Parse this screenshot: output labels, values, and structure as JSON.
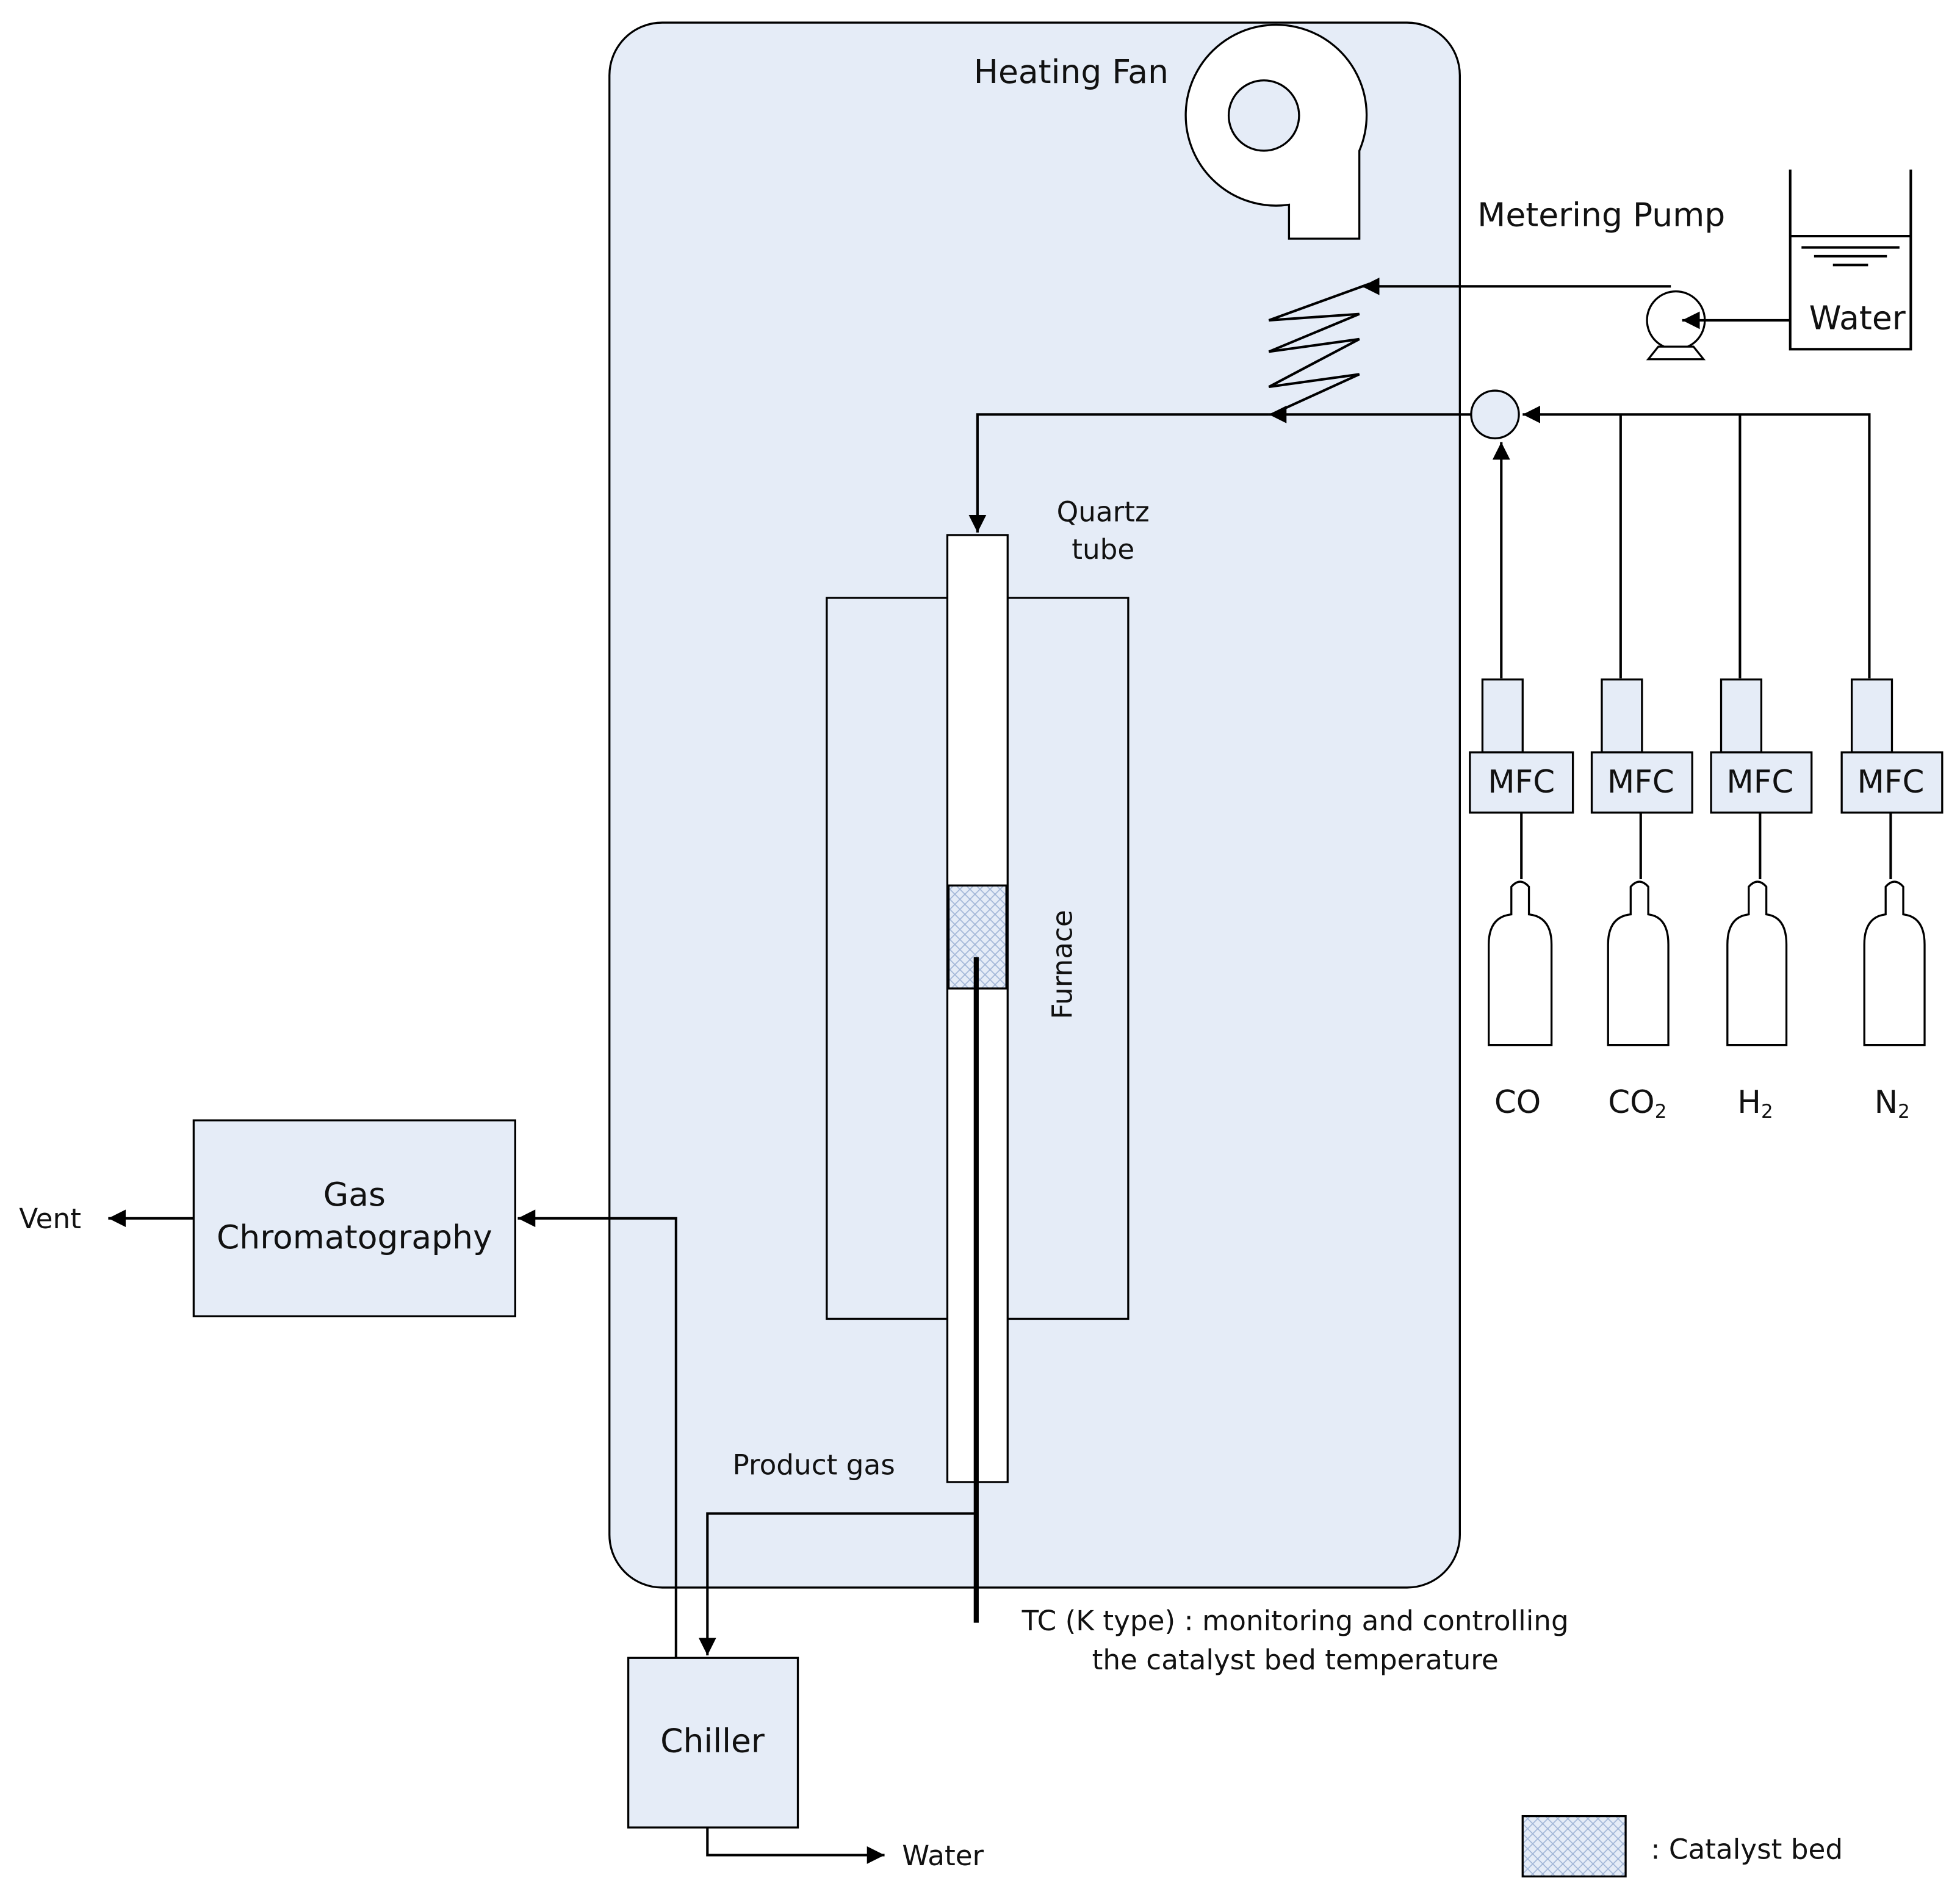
{
  "labels": {
    "heating_fan": "Heating Fan",
    "metering_pump": "Metering Pump",
    "water_tank": "Water",
    "quartz_tube_1": "Quartz",
    "quartz_tube_2": "tube",
    "furnace": "Furnace",
    "product_gas": "Product gas",
    "tc_1": "TC (K type) : monitoring and controlling",
    "tc_2": "the catalyst bed temperature",
    "gc_1": "Gas",
    "gc_2": "Chromatography",
    "vent": "Vent",
    "chiller": "Chiller",
    "water_out": "Water",
    "legend_catalyst": ": Catalyst bed"
  },
  "mfc": [
    "MFC",
    "MFC",
    "MFC",
    "MFC"
  ],
  "gases": [
    {
      "main": "CO",
      "sub": ""
    },
    {
      "main": "CO",
      "sub": "2"
    },
    {
      "main": "H",
      "sub": "2"
    },
    {
      "main": "N",
      "sub": "2"
    }
  ],
  "colors": {
    "fill": "#e5ecf7",
    "line": "#000000"
  }
}
